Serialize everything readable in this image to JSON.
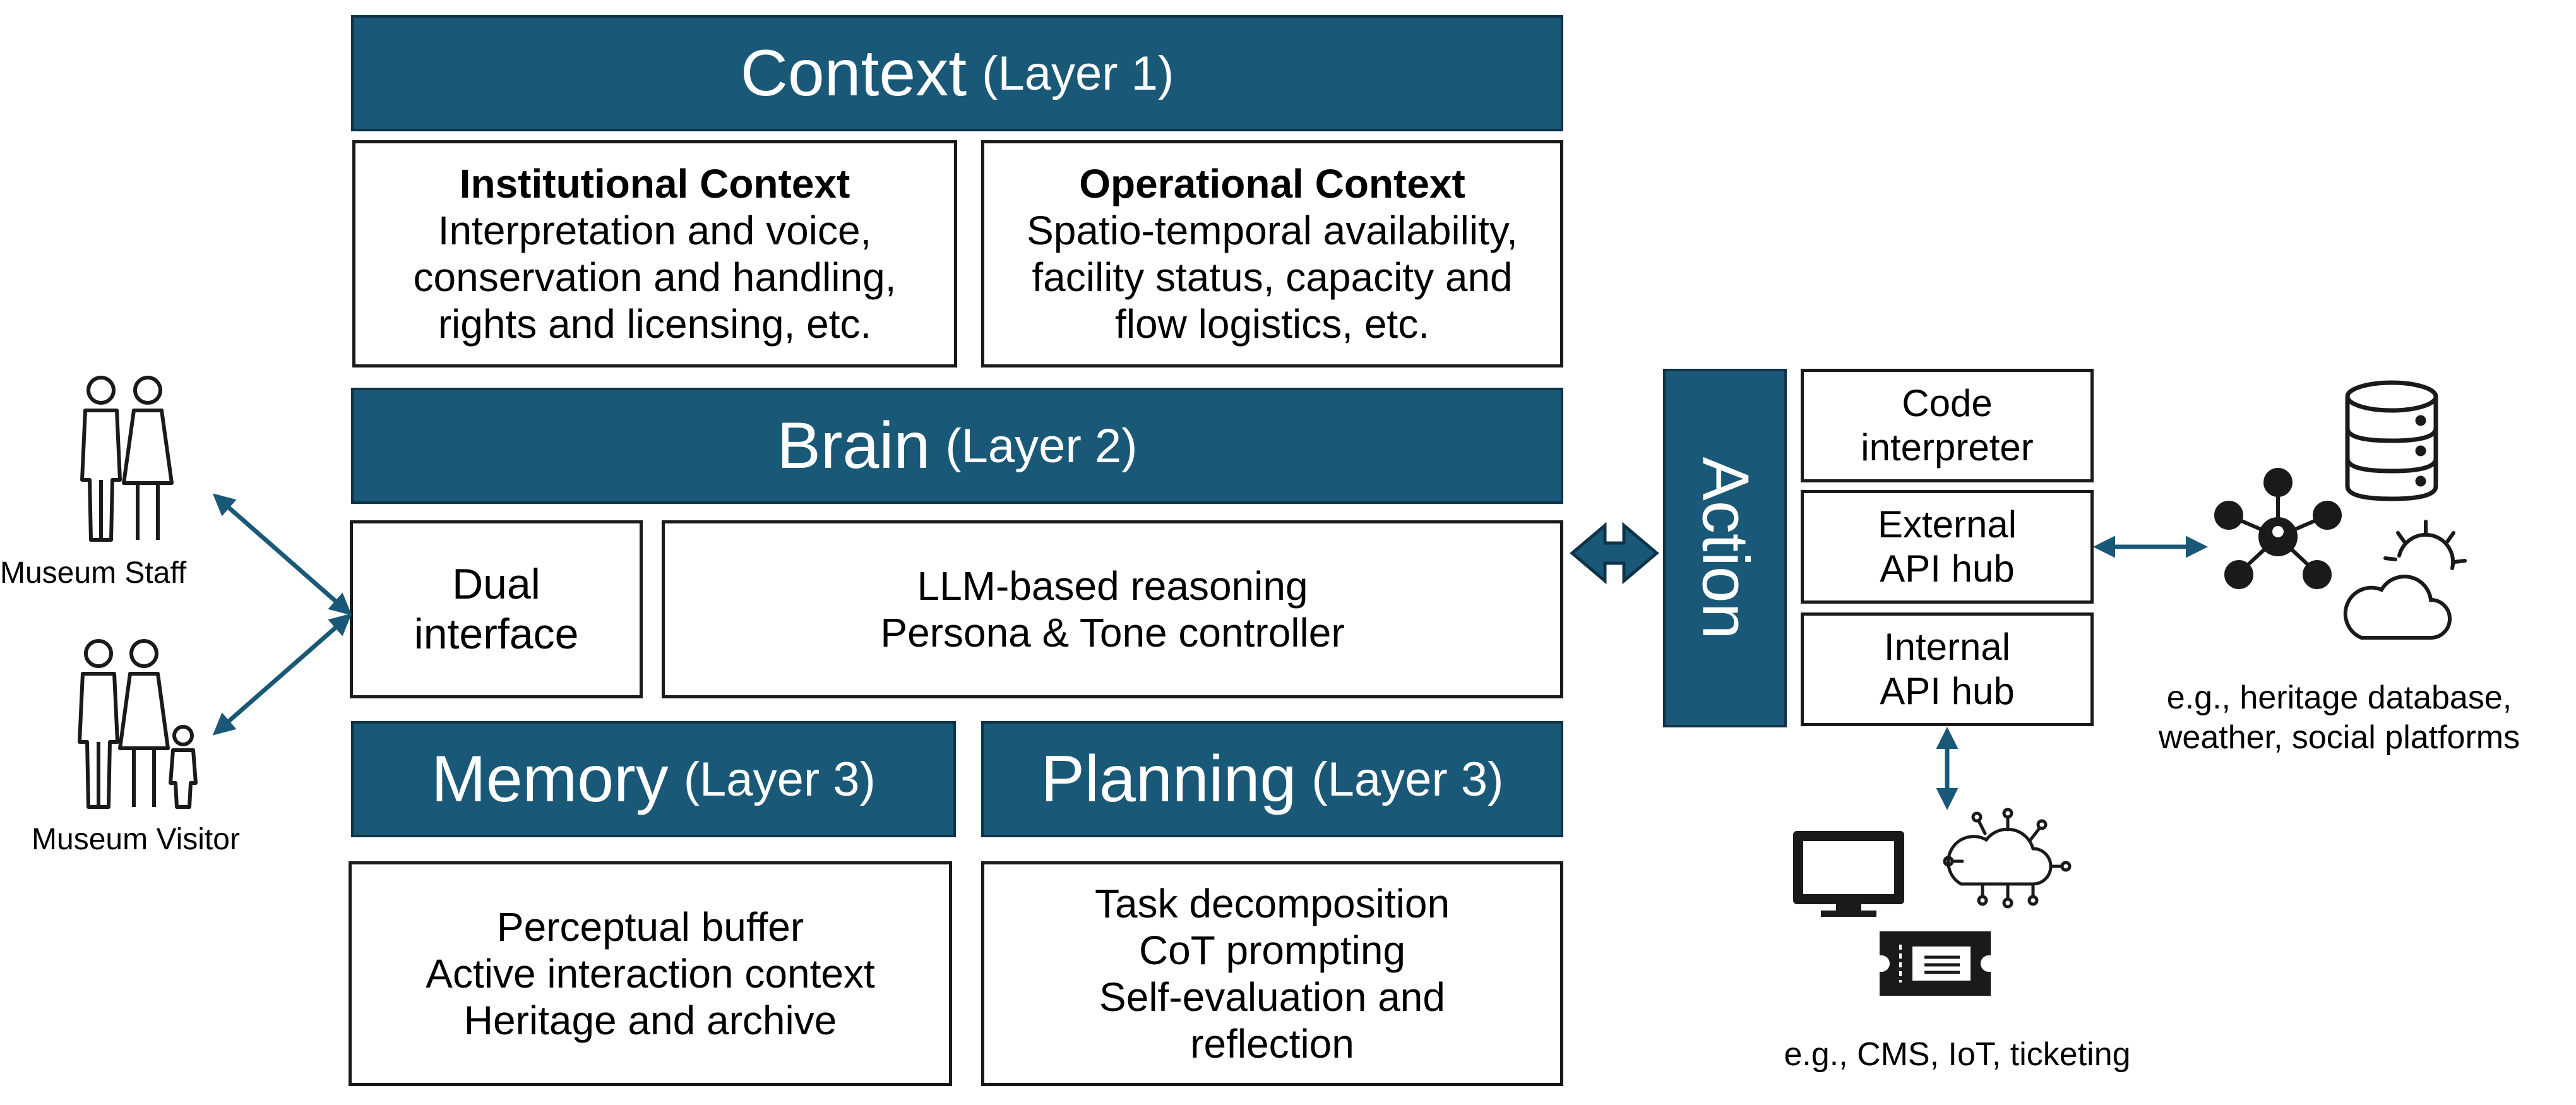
{
  "context": {
    "title": "Context",
    "layer": "(Layer 1)",
    "institutional": {
      "heading": "Institutional Context",
      "lines": [
        "Interpretation and voice,",
        "conservation and handling,",
        "rights and licensing, etc."
      ]
    },
    "operational": {
      "heading": "Operational Context",
      "lines": [
        "Spatio-temporal availability,",
        "facility status, capacity and",
        "flow logistics, etc."
      ]
    }
  },
  "brain": {
    "title": "Brain",
    "layer": "(Layer 2)",
    "dual_interface": [
      "Dual",
      "interface"
    ],
    "reasoning": [
      "LLM-based reasoning",
      "Persona & Tone controller"
    ]
  },
  "memory": {
    "title": "Memory",
    "layer": "(Layer 3)",
    "lines": [
      "Perceptual buffer",
      "Active interaction context",
      "Heritage and archive"
    ]
  },
  "planning": {
    "title": "Planning",
    "layer": "(Layer 3)",
    "lines": [
      "Task decomposition",
      "CoT prompting",
      "Self-evaluation and",
      "reflection"
    ]
  },
  "action": {
    "title": "Action",
    "tools": [
      [
        "Code",
        "interpreter"
      ],
      [
        "External",
        "API hub"
      ],
      [
        "Internal",
        "API hub"
      ]
    ]
  },
  "users": {
    "staff": "Museum Staff",
    "visitor": "Museum Visitor"
  },
  "external_caption": [
    "e.g., heritage database,",
    "weather, social platforms"
  ],
  "internal_caption": "e.g., CMS, IoT, ticketing",
  "icons": [
    "staff-couple-icon",
    "family-icon",
    "database-icon",
    "network-hub-icon",
    "weather-icon",
    "monitor-icon",
    "cloud-iot-icon",
    "ticket-icon"
  ],
  "colors": {
    "banner": "#1a5878",
    "arrow": "#1a5878",
    "border": "#1a1a1a"
  }
}
